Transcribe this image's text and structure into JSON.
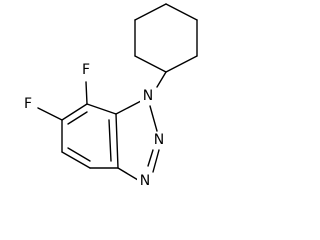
{
  "molecule": {
    "atoms": {
      "fluorine_7": "F",
      "fluorine_6": "F",
      "nitrogen_1": "N",
      "nitrogen_2": "N",
      "nitrogen_3": "N"
    }
  }
}
